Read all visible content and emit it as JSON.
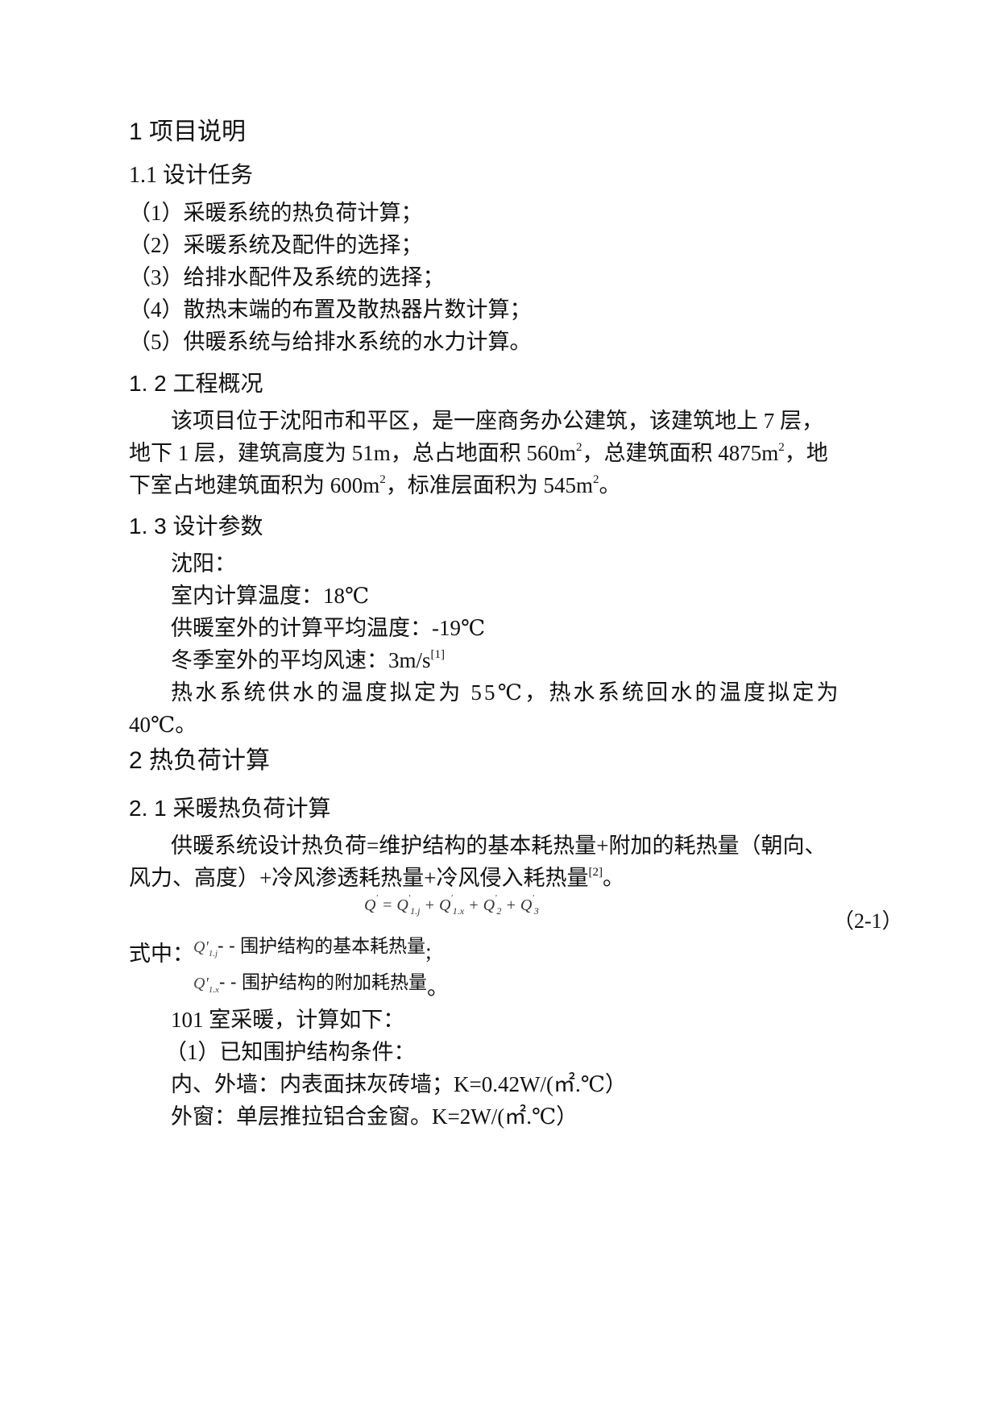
{
  "section1": {
    "heading": "1  项目说明",
    "sub1": {
      "heading": "1.1 设计任务",
      "items": [
        "（1）采暖系统的热负荷计算；",
        "（2）采暖系统及配件的选择；",
        "（3）给排水配件及系统的选择；",
        "（4）散热末端的布置及散热器片数计算；",
        "（5）供暖系统与给排水系统的水力计算。"
      ]
    },
    "sub2": {
      "heading": "1. 2  工程概况",
      "para_line1": "该项目位于沈阳市和平区，是一座商务办公建筑，该建筑地上 7 层，",
      "para_line2_a": "地下 1 层，建筑高度为 51m，总占地面积 560m",
      "para_line2_b": "，总建筑面积 4875m",
      "para_line2_c": "，地",
      "para_line3_a": "下室占地建筑面积为 600m",
      "para_line3_b": "，标准层面积为 545m",
      "para_line3_c": "。",
      "sup2": "2"
    },
    "sub3": {
      "heading": "1. 3  设计参数",
      "city": "沈阳：",
      "indoor_temp": "室内计算温度：18℃",
      "outdoor_temp": "供暖室外的计算平均温度：-19℃",
      "wind_speed": "冬季室外的平均风速：3m/s",
      "wind_ref": "[1]",
      "water_line1": "热水系统供水的温度拟定为 55℃，热水系统回水的温度拟定为",
      "water_line2": "40℃。"
    }
  },
  "section2": {
    "heading": "2  热负荷计算",
    "sub1": {
      "heading": "2. 1 采暖热负荷计算",
      "para_line1": "供暖系统设计热负荷=维护结构的基本耗热量+附加的耗热量（朝向、",
      "para_line2": "风力、高度）+冷风渗透耗热量+冷风侵入耗热量",
      "para_ref": "[2]",
      "para_end": "。",
      "formula": {
        "lhs": "Q",
        "eq": " = ",
        "t1": "Q",
        "t1_sub": "1.j",
        "t2": "Q",
        "t2_sub": "1.x",
        "t3": "Q",
        "t3_sub": "2",
        "t4": "Q",
        "t4_sub": "3",
        "plus": " + ",
        "prime": "'",
        "number": "（2-1）"
      },
      "where_label": "式中：",
      "defs": [
        {
          "sym": "Q'",
          "sub": "1.j",
          "dash": "- - ",
          "text": "围护结构的基本耗热量",
          "end": ";"
        },
        {
          "sym": "Q'",
          "sub": "1.x",
          "dash": "- - ",
          "text": "围护结构的附加耗热量",
          "end": "。"
        }
      ],
      "example_intro": "101 室采暖，计算如下：",
      "known_heading": "（1）已知围护结构条件：",
      "wall": "内、外墙：内表面抹灰砖墙；K=0.42W/(㎡.℃）",
      "window": "外窗：单层推拉铝合金窗。K=2W/(㎡.℃）"
    }
  }
}
